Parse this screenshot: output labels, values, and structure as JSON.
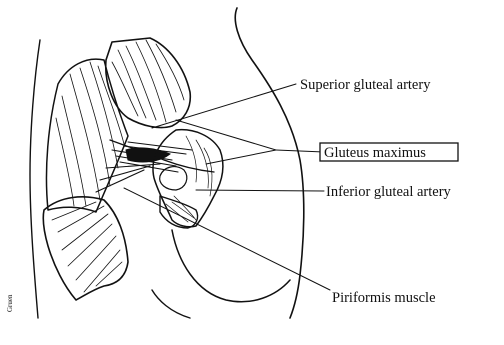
{
  "labels": {
    "superior_gluteal_artery": "Superior gluteal artery",
    "gluteus_maximus": "Gluteus maximus",
    "inferior_gluteal_artery": "Inferior gluteal artery",
    "piriformis_muscle": "Piriformis muscle"
  },
  "signature": "Gruen"
}
